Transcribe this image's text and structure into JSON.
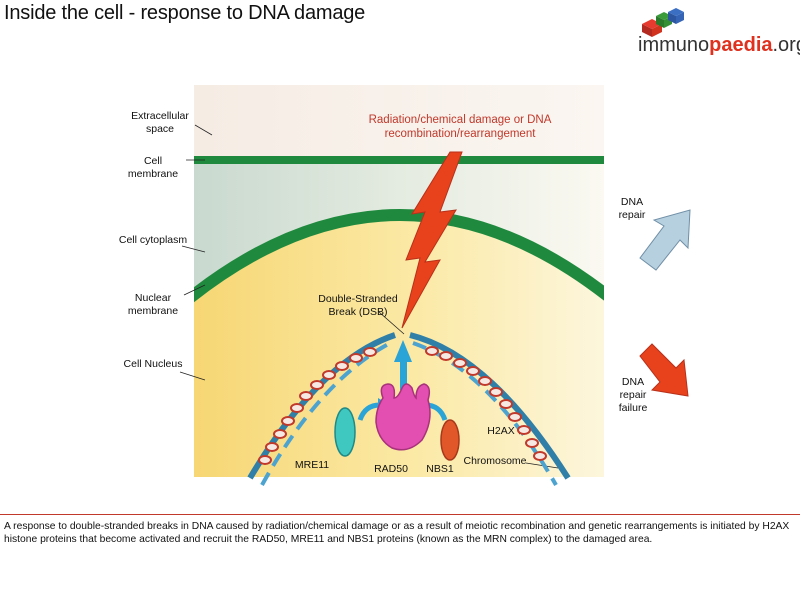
{
  "title": "Inside the cell - response to DNA damage",
  "logo": {
    "part1": "immuno",
    "part2": "paedia",
    "part3": ".org"
  },
  "labels": {
    "extracellular": "Extracellular space",
    "cell_membrane": "Cell membrane",
    "cytoplasm": "Cell cytoplasm",
    "nuclear_membrane": "Nuclear membrane",
    "nucleus": "Cell Nucleus",
    "damage": "Radiation/chemical damage or DNA recombination/rearrangement",
    "dsb": "Double-Stranded Break (DSB)",
    "mre11": "MRE11",
    "rad50": "RAD50",
    "nbs1": "NBS1",
    "h2ax": "H2AX",
    "chromosome": "Chromosome",
    "dna_repair": "DNA repair",
    "dna_repair_failure": "DNA repair failure"
  },
  "caption": "A response to double-stranded breaks in DNA caused by radiation/chemical damage or as a result of meiotic recombination and genetic rearrangements is initiated by H2AX histone proteins that become activated and recruit the RAD50, MRE11 and NBS1 proteins (known as the MRN complex) to the damaged area.",
  "colors": {
    "membrane_green": "#1f8a3e",
    "lightning": "#e8421c",
    "dna_blue": "#2f7fa8",
    "bead_red": "#c0392b",
    "rad50": "#e24fb0",
    "mre11": "#3fc8c0",
    "nbs1": "#e2572a",
    "repair_arrow": "#b7d0e0",
    "failure_arrow": "#e8421c",
    "caption_rule": "#c0392b"
  }
}
